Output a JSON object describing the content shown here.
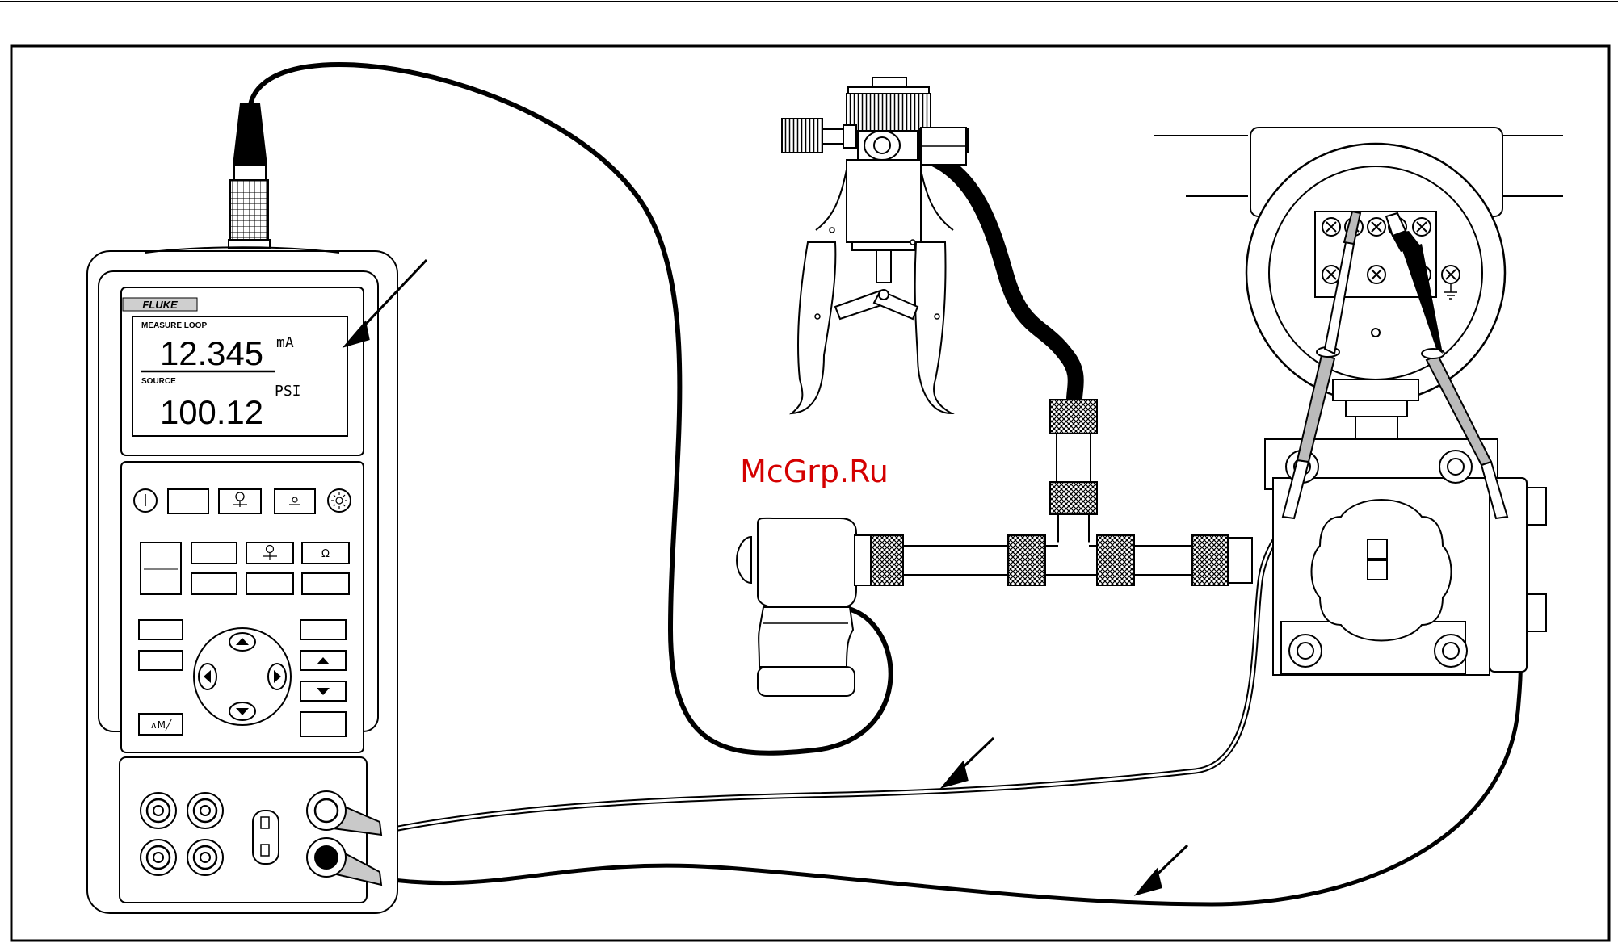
{
  "watermark": "McGrp.Ru",
  "calibrator": {
    "brand": "FLUKE",
    "display": {
      "measure_label": "MEASURE LOOP",
      "measure_value": "12.345",
      "measure_unit": "mA",
      "source_label": "SOURCE",
      "source_value": "100.12",
      "source_unit": "PSI"
    },
    "keys": {
      "ohm_symbol": "Ω",
      "ramp_symbol": "∧M╱"
    }
  },
  "colors": {
    "line": "#000000",
    "background": "#ffffff",
    "watermark": "#d40000"
  },
  "icons": [
    "power-icon",
    "pressure-icon",
    "zero-icon",
    "backlight-icon",
    "arrow-up-icon",
    "arrow-down-icon",
    "arrow-left-icon",
    "arrow-right-icon",
    "terminal-screw-icon",
    "ground-icon",
    "callout-arrow-icon"
  ]
}
